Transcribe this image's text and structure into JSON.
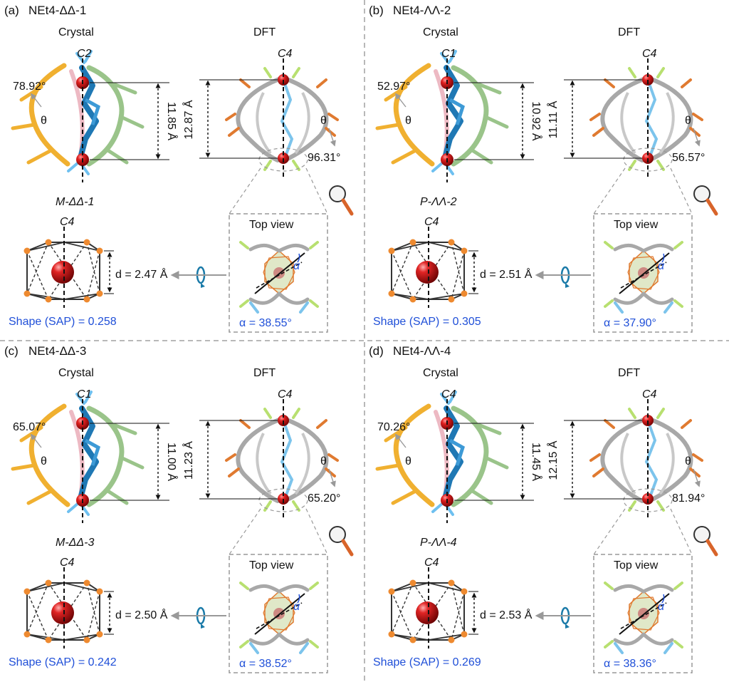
{
  "panels": [
    {
      "tag": "(a)",
      "compound": "NEt4-ΔΔ-1",
      "crystal_heading": "Crystal",
      "dft_heading": "DFT",
      "crystal_axis": "C2",
      "dft_axis": "C4",
      "crystal_angle": "78.92°",
      "crystal_distance": "11.85 Å",
      "dft_distance": "12.87 Å",
      "dft_angle": "96.31°",
      "theta": "θ",
      "isomer_label": "M-ΔΔ-1",
      "polyhedron_axis": "C4",
      "d_value": "d = 2.47 Å",
      "shape": "Shape (SAP) = 0.258",
      "top_view_title": "Top view",
      "alpha_symbol": "α",
      "alpha_value": "α = 38.55°"
    },
    {
      "tag": "(b)",
      "compound": "NEt4-ΛΛ-2",
      "crystal_heading": "Crystal",
      "dft_heading": "DFT",
      "crystal_axis": "C1",
      "dft_axis": "C4",
      "crystal_angle": "52.97°",
      "crystal_distance": "10.92 Å",
      "dft_distance": "11.11 Å",
      "dft_angle": "56.57°",
      "theta": "θ",
      "isomer_label": "P-ΛΛ-2",
      "polyhedron_axis": "C4",
      "d_value": "d = 2.51 Å",
      "shape": "Shape (SAP) = 0.305",
      "top_view_title": "Top view",
      "alpha_symbol": "α",
      "alpha_value": "α = 37.90°"
    },
    {
      "tag": "(c)",
      "compound": "NEt4-ΔΔ-3",
      "crystal_heading": "Crystal",
      "dft_heading": "DFT",
      "crystal_axis": "C1",
      "dft_axis": "C4",
      "crystal_angle": "65.07°",
      "crystal_distance": "11.00 Å",
      "dft_distance": "11.23 Å",
      "dft_angle": "65.20°",
      "theta": "θ",
      "isomer_label": "M-ΔΔ-3",
      "polyhedron_axis": "C4",
      "d_value": "d = 2.50 Å",
      "shape": "Shape (SAP) = 0.242",
      "top_view_title": "Top view",
      "alpha_symbol": "α",
      "alpha_value": "α = 38.52°"
    },
    {
      "tag": "(d)",
      "compound": "NEt4-ΛΛ-4",
      "crystal_heading": "Crystal",
      "dft_heading": "DFT",
      "crystal_axis": "C4",
      "dft_axis": "C4",
      "crystal_angle": "70.26°",
      "crystal_distance": "11.45 Å",
      "dft_distance": "12.15 Å",
      "dft_angle": "81.94°",
      "theta": "θ",
      "isomer_label": "P-ΛΛ-4",
      "polyhedron_axis": "C4",
      "d_value": "d = 2.53 Å",
      "shape": "Shape (SAP) = 0.269",
      "top_view_title": "Top view",
      "alpha_symbol": "α",
      "alpha_value": "α = 38.36°"
    }
  ],
  "colors": {
    "ligand_blue": "#1f78b4",
    "ligand_orange": "#f0b030",
    "ligand_green": "#9ac48a",
    "ligand_pink": "#e8a8b4",
    "framework_grey": "#a8a8a8",
    "metal_red": "#c81414",
    "oxygen_orange": "#e07a30",
    "fluorine_green": "#b8e070",
    "text_blue": "#1f4fd8",
    "divider": "#a0a0a0"
  }
}
